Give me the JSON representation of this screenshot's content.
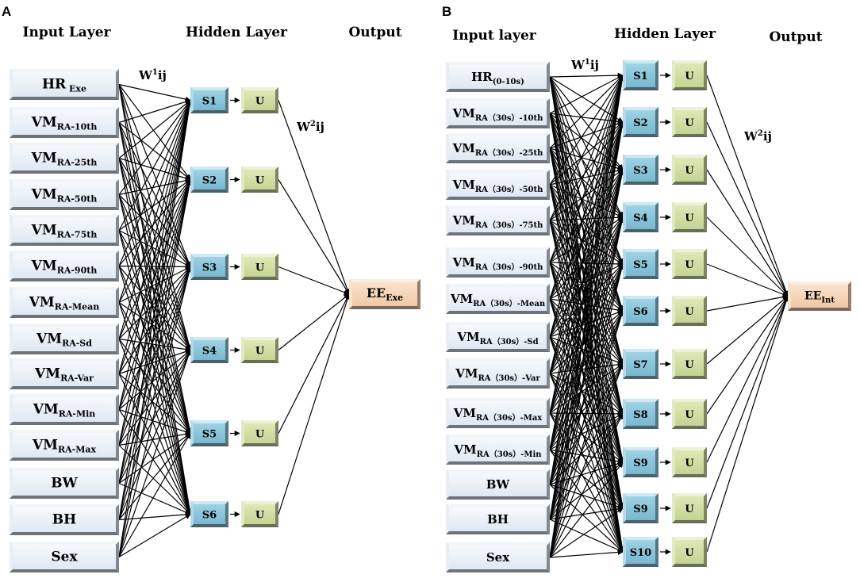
{
  "panels": [
    {
      "letter": "A",
      "headers": {
        "input": "Input Layer",
        "hidden": "Hidden Layer",
        "output": "Output"
      },
      "weights": {
        "first": {
          "base": "W",
          "sup": "1",
          "tail": "ij"
        },
        "second": {
          "base": "W",
          "sup": "2",
          "tail": "ij"
        }
      },
      "inputs": [
        {
          "main": "HR",
          "sub": " Exe"
        },
        {
          "main": "VM",
          "sub": "RA-10th"
        },
        {
          "main": "VM",
          "sub": "RA-25th"
        },
        {
          "main": "VM",
          "sub": "RA-50th"
        },
        {
          "main": "VM",
          "sub": "RA-75th"
        },
        {
          "main": "VM",
          "sub": "RA-90th"
        },
        {
          "main": "VM",
          "sub": "RA-Mean"
        },
        {
          "main": "VM",
          "sub": "RA-Sd"
        },
        {
          "main": "VM",
          "sub": "RA-Var"
        },
        {
          "main": "VM",
          "sub": "RA-Min"
        },
        {
          "main": "VM",
          "sub": "RA-Max"
        },
        {
          "main": "BW",
          "sub": ""
        },
        {
          "main": "BH",
          "sub": ""
        },
        {
          "main": "Sex",
          "sub": ""
        }
      ],
      "hidden": [
        "S1",
        "S2",
        "S3",
        "S4",
        "S5",
        "S6"
      ],
      "activation": "U",
      "output": {
        "main": "EE",
        "sub": "Exe"
      }
    },
    {
      "letter": "B",
      "headers": {
        "input": "Input layer",
        "hidden": "Hidden Layer",
        "output": "Output"
      },
      "weights": {
        "first": {
          "base": "W",
          "sup": "1",
          "tail": "ij"
        },
        "second": {
          "base": "W",
          "sup": "2",
          "tail": "ij"
        }
      },
      "inputs": [
        {
          "main": "HR",
          "sub": "(0-10s)"
        },
        {
          "main": "VM",
          "sub": "RA（30s）-10th"
        },
        {
          "main": "VM",
          "sub": "RA（30s）-25th"
        },
        {
          "main": "VM",
          "sub": "RA（30s）-50th"
        },
        {
          "main": "VM",
          "sub": "RA（30s）-75th"
        },
        {
          "main": "VM",
          "sub": "RA（30s）-90th"
        },
        {
          "main": "VM",
          "sub": "RA（30s）-Mean"
        },
        {
          "main": "VM",
          "sub": "RA（30s）-Sd"
        },
        {
          "main": "VM",
          "sub": "RA（30s）-Var"
        },
        {
          "main": "VM",
          "sub": "RA（30s）-Max"
        },
        {
          "main": "VM",
          "sub": "RA（30s）-Min"
        },
        {
          "main": "BW",
          "sub": ""
        },
        {
          "main": "BH",
          "sub": ""
        },
        {
          "main": "Sex",
          "sub": ""
        }
      ],
      "hidden": [
        "S1",
        "S2",
        "S3",
        "S4",
        "S5",
        "S6",
        "S7",
        "S8",
        "S9",
        "S9",
        "S10"
      ],
      "activation": "U",
      "output": {
        "main": "EE",
        "sub": "Int"
      }
    }
  ]
}
